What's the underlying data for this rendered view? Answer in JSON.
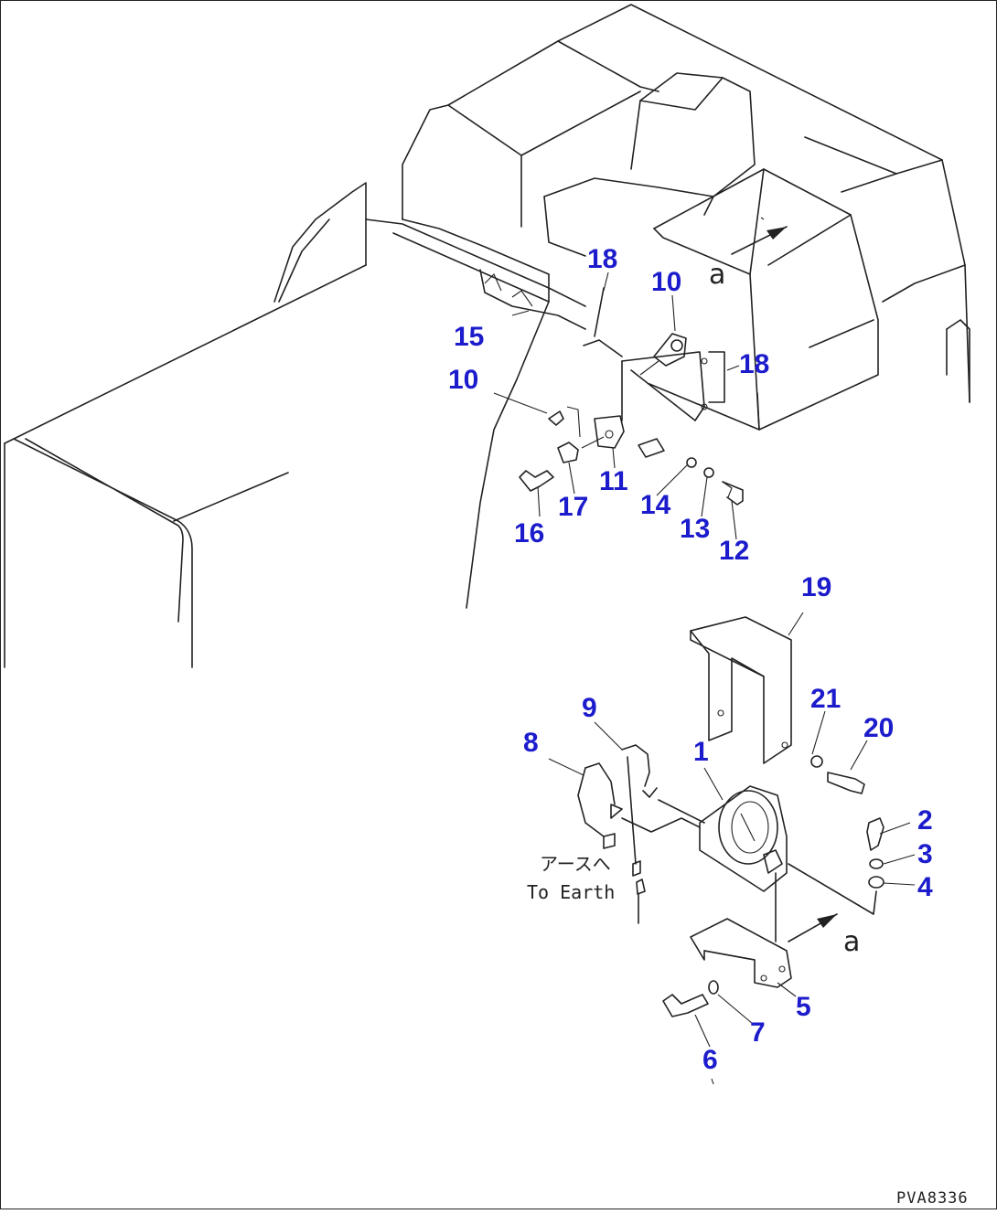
{
  "callouts": {
    "c1": "1",
    "c2": "2",
    "c3": "3",
    "c4": "4",
    "c5": "5",
    "c6": "6",
    "c7": "7",
    "c8": "8",
    "c9": "9",
    "c10a": "10",
    "c10b": "10",
    "c11": "11",
    "c12": "12",
    "c13": "13",
    "c14": "14",
    "c15": "15",
    "c16": "16",
    "c17": "17",
    "c18a": "18",
    "c18b": "18",
    "c19": "19",
    "c20": "20",
    "c21": "21"
  },
  "view_marks": {
    "a_top": "a",
    "a_bottom": "a"
  },
  "earth_note": {
    "jp": "アースへ",
    "en": "To Earth"
  },
  "drawing_ref": "PVA8336",
  "colors": {
    "callout": "#1c1ccc",
    "line": "#222222",
    "background": "#ffffff"
  }
}
